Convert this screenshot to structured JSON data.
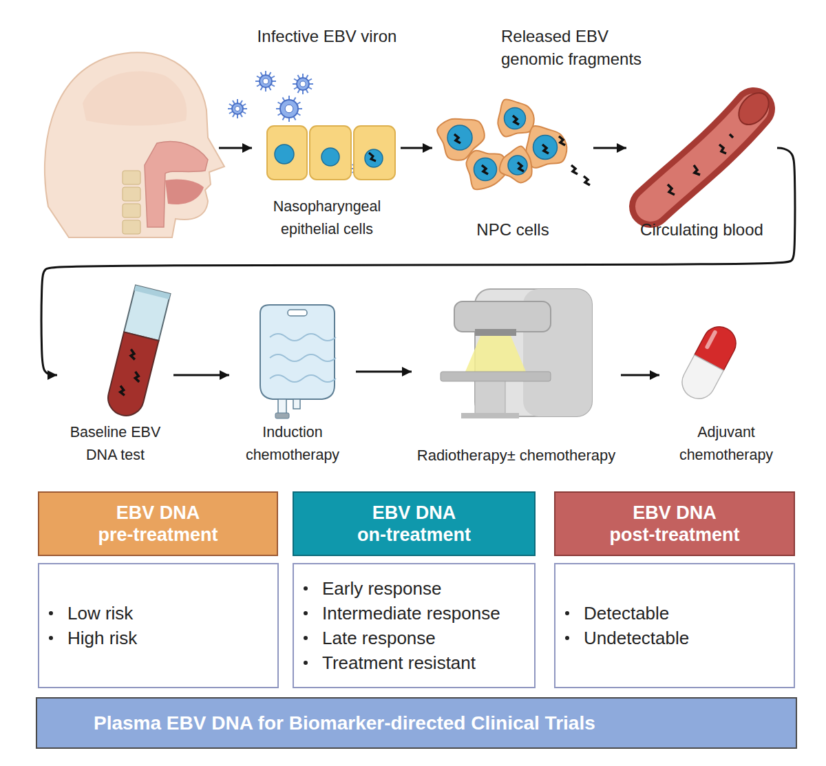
{
  "diagram": {
    "nodes": [
      {
        "text": [
          "Nasopharyngeal epithelial cells"
        ]
      },
      {
        "text": [
          "NPC cells"
        ]
      },
      {
        "text": [
          "Circulating blood"
        ]
      },
      {
        "text": [
          "Baseline EBV DNA test"
        ]
      },
      {
        "text": [
          "Induction chemotherapy"
        ]
      },
      {
        "text": [
          "Radiotherapy± chemotherapy"
        ]
      },
      {
        "text": [
          "Adjuvant chemotherapy"
        ]
      },
      {
        "text": [
          "EBV DNA pre-treatment"
        ]
      },
      {
        "text": [
          "EBV DNA on-treatment"
        ]
      },
      {
        "text": [
          "EBV DNA post-treatment"
        ]
      },
      {
        "text": [
          "Low risk",
          "High risk"
        ]
      },
      {
        "text": [
          "Early response",
          "Intermediate response",
          "Late response",
          "Treatment resistant"
        ]
      },
      {
        "text": [
          "Detectable",
          "Undetectable"
        ]
      },
      {
        "text": [
          "Plasma EBV DNA for Biomarker-directed Clinical Trials"
        ]
      }
    ],
    "edges": [
      {
        "from": 0,
        "to": 1,
        "arrow": "to"
      },
      {
        "from": 1,
        "to": 2,
        "arrow": "to"
      },
      {
        "from": 2,
        "to": 3,
        "arrow": "to"
      },
      {
        "from": 3,
        "to": 4,
        "arrow": "to"
      },
      {
        "from": 4,
        "to": 5,
        "arrow": "to"
      },
      {
        "from": 5,
        "to": 6,
        "arrow": "to"
      }
    ],
    "labels": [
      "Infective EBV viron",
      "Released EBV genomic fragments"
    ]
  }
}
